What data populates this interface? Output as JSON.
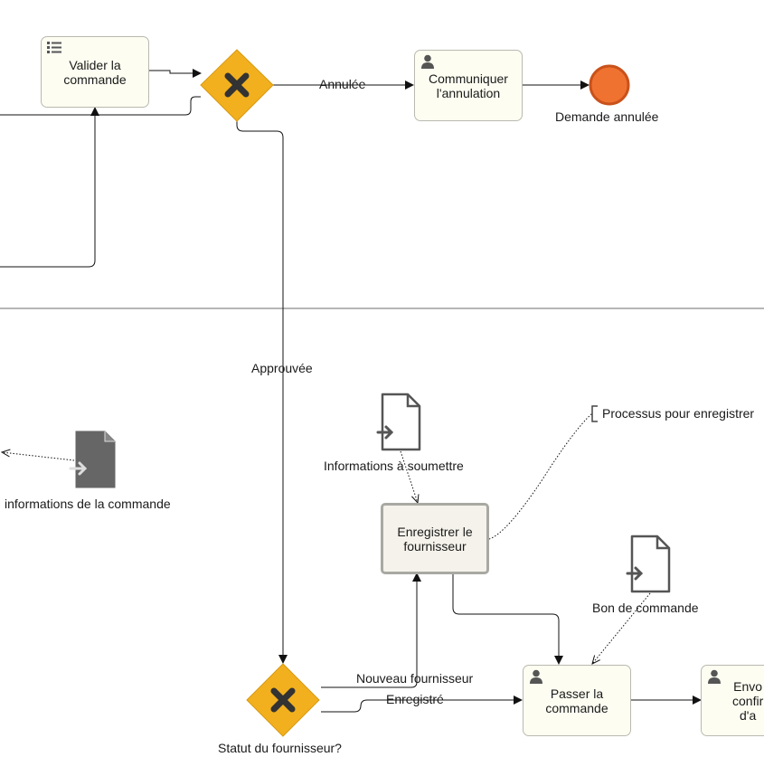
{
  "tasks": {
    "validate": "Valider la\ncommande",
    "communicate": "Communiquer\nl'annulation",
    "register": "Enregistrer le\nfournisseur",
    "place_order": "Passer la\ncommande",
    "send_confirm": "Envo\nconfir\nd'a"
  },
  "events": {
    "cancelled": "Demande annulée"
  },
  "gateways": {
    "supplier_status": "Statut du fournisseur?"
  },
  "flows": {
    "cancelled": "Annulée",
    "approved": "Approuvée",
    "new_supplier": "Nouveau fournisseur",
    "registered": "Enregistré"
  },
  "data_objects": {
    "order_info": "informations de la commande",
    "info_submit": "Informations à soumettre",
    "purchase_order": "Bon de commande"
  },
  "annotations": {
    "register_process": "Processus pour enregistrer"
  },
  "icons": {
    "validate": "list-icon",
    "user_task": "user-icon",
    "gateway": "exclusive-gateway-x-icon",
    "data_input": "data-input-icon"
  },
  "colors": {
    "gateway": "#f2b01e",
    "end_event": "#f07231",
    "task_fill": "#fdfdf2",
    "data_object": "#666666"
  }
}
